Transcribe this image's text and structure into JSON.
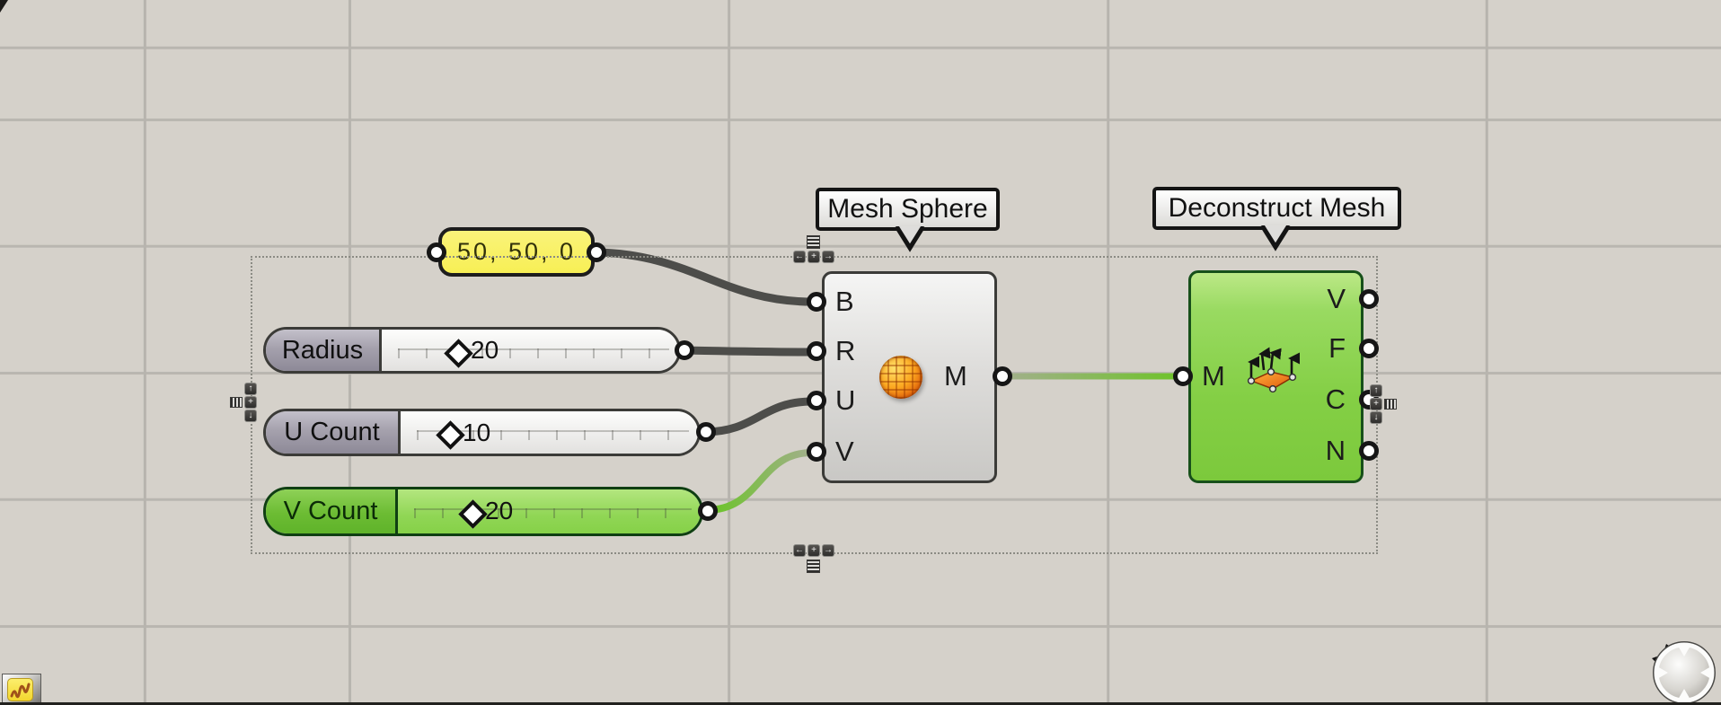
{
  "canvas": {
    "bg_color": "#d5d1ca",
    "grid_color": "#b7b4ae"
  },
  "panel": {
    "value": "50, 50, 0",
    "color": "#f7ef55"
  },
  "sliders": [
    {
      "label": "Radius",
      "value": "20",
      "selected": false
    },
    {
      "label": "U Count",
      "value": "10",
      "selected": false
    },
    {
      "label": "V Count",
      "value": "20",
      "selected": true
    }
  ],
  "components": [
    {
      "tooltip": "Mesh Sphere",
      "inputs": [
        "B",
        "R",
        "U",
        "V"
      ],
      "outputs": [
        "M"
      ],
      "selected": false,
      "icon": "mesh-sphere-icon"
    },
    {
      "tooltip": "Deconstruct Mesh",
      "inputs": [
        "M"
      ],
      "outputs": [
        "V",
        "F",
        "C",
        "N"
      ],
      "selected": true,
      "icon": "deconstruct-mesh-icon"
    }
  ],
  "widgets": {
    "left": "←",
    "right": "→",
    "up": "↑",
    "down": "↓",
    "plus": "+"
  },
  "colors": {
    "selected_green": "#7cc93c",
    "wire_dark": "#4d4d4a",
    "wire_green": "#69c525",
    "panel_yellow": "#f7ef55",
    "slider_label_grey": "#8d8997"
  }
}
